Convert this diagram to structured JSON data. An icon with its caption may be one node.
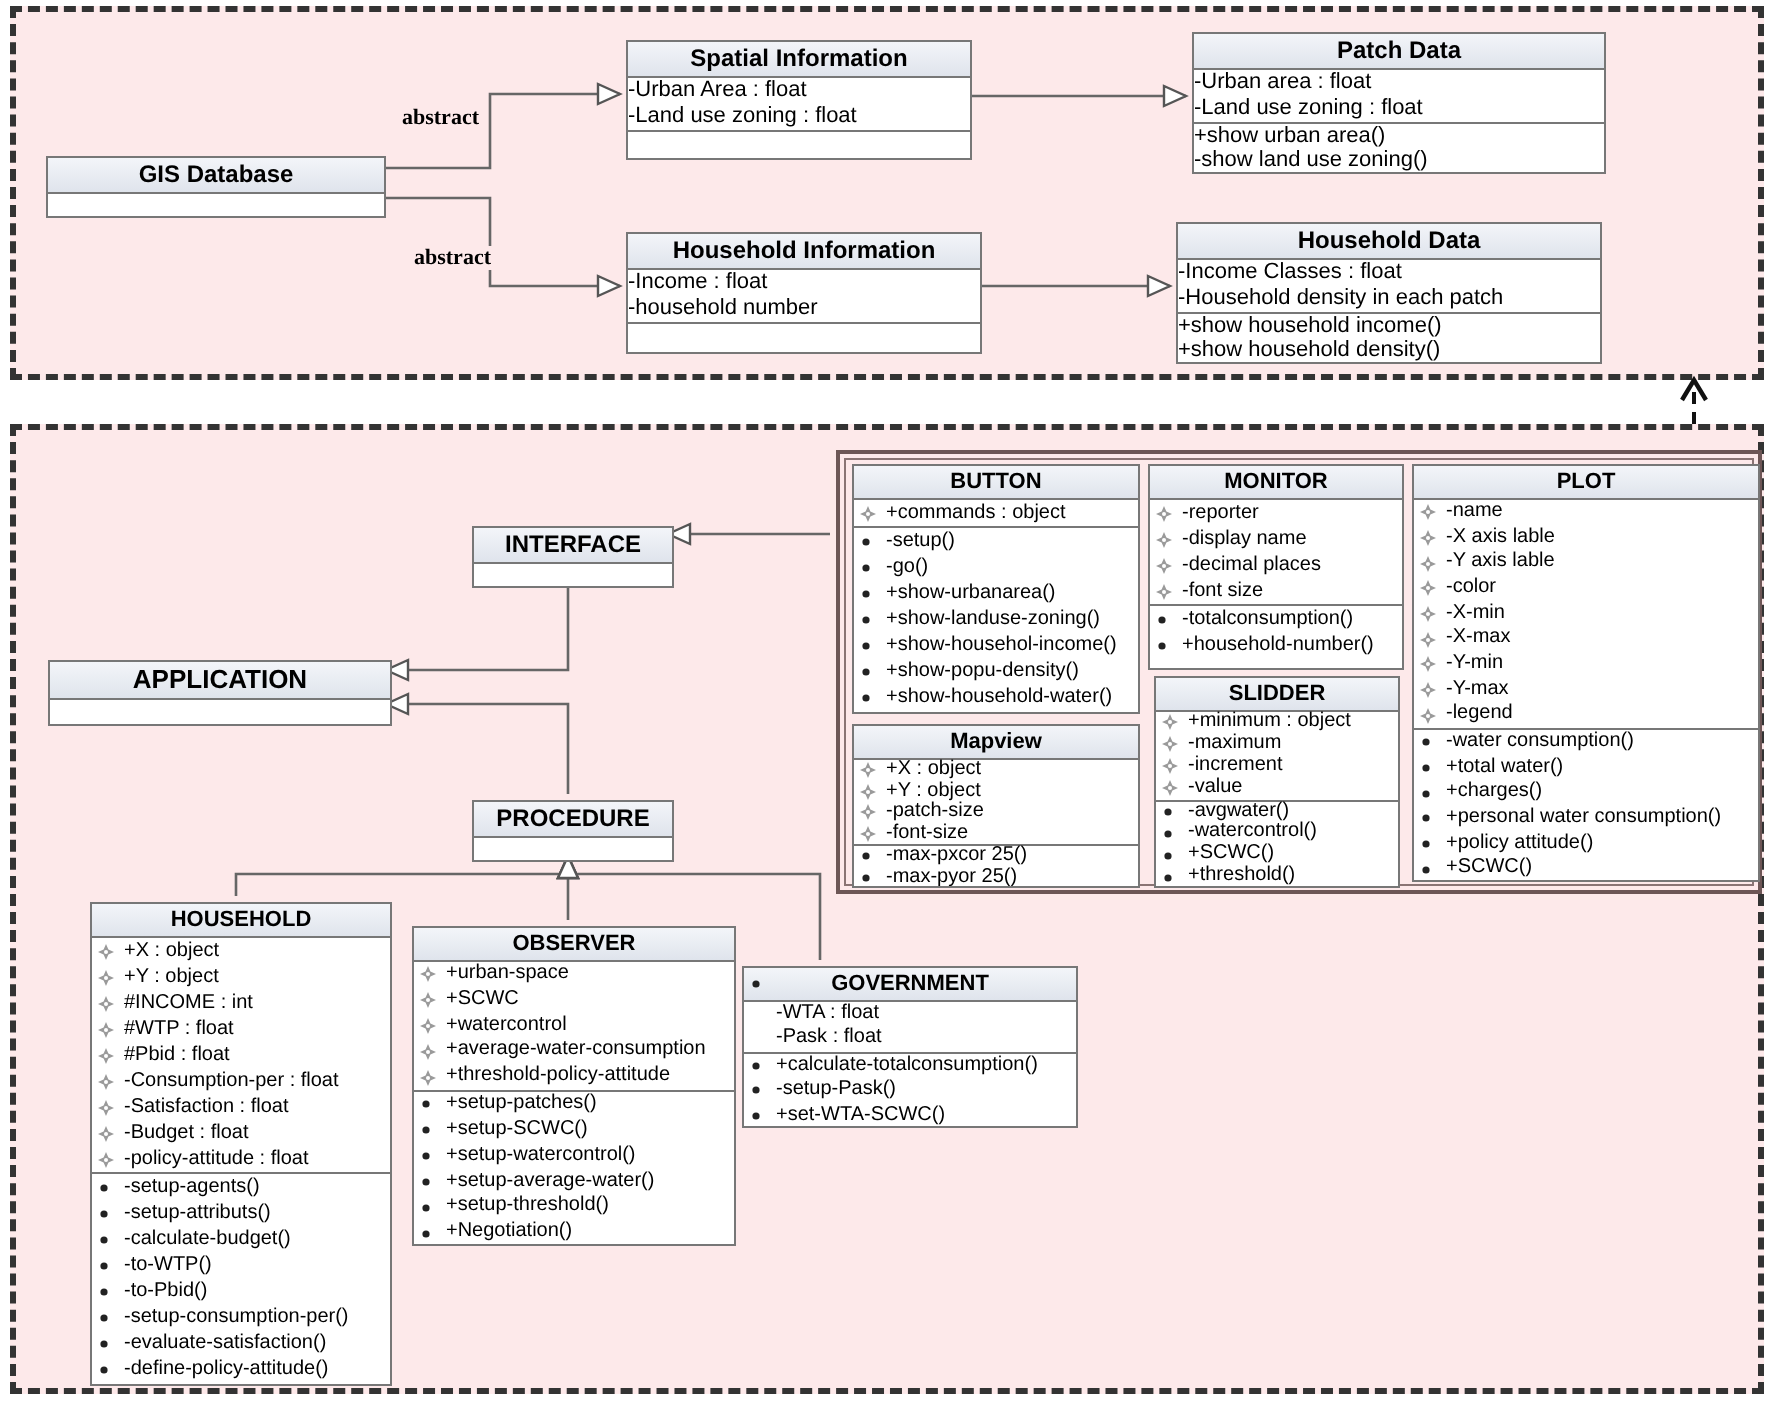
{
  "diagram": {
    "nodes": [
      {
        "text": [],
        "shape": "box"
      },
      {
        "text": [
          "GIS Database"
        ],
        "in": 0
      },
      {
        "text": [
          "Spatial Information",
          "-Urban Area : float",
          "-Land use zoning : float"
        ],
        "in": 0
      },
      {
        "text": [
          "Patch Data",
          "-Urban area : float",
          "-Land use zoning : float",
          "+show urban area()",
          "-show land use zoning()"
        ],
        "in": 0
      },
      {
        "text": [
          "Household Information",
          "-Income : float",
          "-household number"
        ],
        "in": 0
      },
      {
        "text": [
          "Household Data",
          "-Income Classes : float",
          "-Household density in each patch",
          "+show household income()",
          "+show household density()"
        ],
        "in": 0
      },
      {
        "text": [],
        "shape": "box"
      },
      {
        "text": [
          "INTERFACE"
        ],
        "in": 6
      },
      {
        "text": [
          "APPLICATION"
        ],
        "in": 6
      },
      {
        "text": [
          "PROCEDURE"
        ],
        "in": 6
      },
      {
        "text": [],
        "shape": "box",
        "in": 6
      },
      {
        "text": [
          "BUTTON",
          "+commands : object",
          "-setup()",
          "-go()",
          "+show-urbanarea()",
          "+show-landuse-zoning()",
          "+show-househol-income()",
          "+show-popu-density()",
          "+show-household-water()"
        ],
        "in": 10
      },
      {
        "text": [
          "MONITOR",
          "-reporter",
          "-display name",
          "-decimal places",
          "-font size",
          "-totalconsumption()",
          "+household-number()"
        ],
        "in": 10
      },
      {
        "text": [
          "PLOT",
          "-name",
          "-X axis lable",
          "-Y axis lable",
          "-color",
          "-X-min",
          "-X-max",
          "-Y-min",
          "-Y-max",
          "-legend",
          "-water consumption()",
          "+total water()",
          "+charges()",
          "+personal water consumption()",
          "+policy attitude()",
          "+SCWC()"
        ],
        "in": 10
      },
      {
        "text": [
          "Mapview",
          "+X : object",
          "+Y : object",
          "-patch-size",
          "-font-size",
          "-max-pxcor 25()",
          "-max-pyor 25()"
        ],
        "in": 10
      },
      {
        "text": [
          "SLIDDER",
          "+minimum : object",
          "-maximum",
          "-increment",
          "-value",
          "-avgwater()",
          "-watercontrol()",
          "+SCWC()",
          "+threshold()"
        ],
        "in": 10
      },
      {
        "text": [
          "HOUSEHOLD",
          "+X : object",
          "+Y : object",
          "#INCOME : int",
          "#WTP : float",
          "#Pbid : float",
          "-Consumption-per : float",
          "-Satisfaction : float",
          "-Budget : float",
          "-policy-attitude : float",
          "-setup-agents()",
          "-setup-attributs()",
          "-calculate-budget()",
          "-to-WTP()",
          "-to-Pbid()",
          "-setup-consumption-per()",
          "-evaluate-satisfaction()",
          "-define-policy-attitude()"
        ],
        "in": 6
      },
      {
        "text": [
          "OBSERVER",
          "+urban-space",
          "+SCWC",
          "+watercontrol",
          "+average-water-consumption",
          "+threshold-policy-attitude",
          "+setup-patches()",
          "+setup-SCWC()",
          "+setup-watercontrol()",
          "+setup-average-water()",
          "+setup-threshold()",
          "+Negotiation()"
        ],
        "in": 6
      },
      {
        "text": [
          "GOVERNMENT",
          "-WTA : float",
          "-Pask : float",
          "+calculate-totalconsumption()",
          "-setup-Pask()",
          "+set-WTA-SCWC()"
        ],
        "in": 6
      }
    ],
    "edges": [
      {
        "from": 1,
        "to": 2,
        "arrow": "to",
        "label": "abstract"
      },
      {
        "from": 1,
        "to": 4,
        "arrow": "to",
        "label": "abstract"
      },
      {
        "from": 2,
        "to": 3,
        "arrow": "to"
      },
      {
        "from": 4,
        "to": 5,
        "arrow": "to"
      },
      {
        "from": 6,
        "to": 0,
        "arrow": "to",
        "style": "dashed"
      },
      {
        "from": 10,
        "to": 7,
        "arrow": "to"
      },
      {
        "from": 7,
        "to": 8,
        "arrow": "to"
      },
      {
        "from": 9,
        "to": 8,
        "arrow": "to"
      },
      {
        "from": 16,
        "to": 9,
        "arrow": "to"
      },
      {
        "from": 17,
        "to": 9,
        "arrow": "to"
      },
      {
        "from": 18,
        "to": 9,
        "arrow": "to"
      }
    ]
  }
}
